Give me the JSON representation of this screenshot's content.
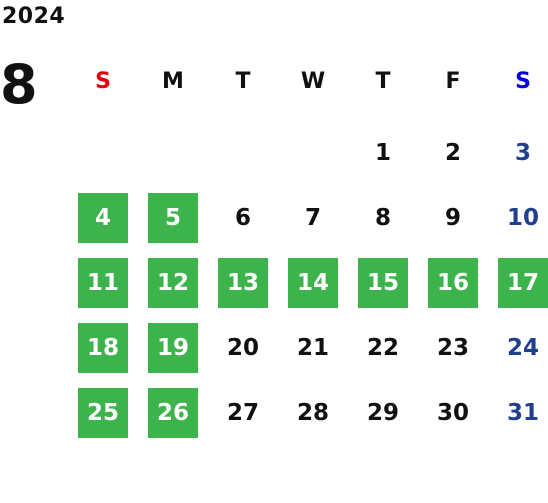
{
  "calendar": {
    "year": "2024",
    "month": "8",
    "colors": {
      "default_text": "#111111",
      "sunday_header": "#e8000b",
      "saturday_header": "#0000e0",
      "saturday_day": "#1f3f8f",
      "highlight_bg": "#3cb44b",
      "highlight_text": "#ffffff"
    },
    "weekdays": [
      {
        "label": "S",
        "kind": "sun"
      },
      {
        "label": "M",
        "kind": "weekday"
      },
      {
        "label": "T",
        "kind": "weekday"
      },
      {
        "label": "W",
        "kind": "weekday"
      },
      {
        "label": "T",
        "kind": "weekday"
      },
      {
        "label": "F",
        "kind": "weekday"
      },
      {
        "label": "S",
        "kind": "sat"
      }
    ],
    "first_weekday_index": 4,
    "days_in_month": 31,
    "highlighted_days": [
      4,
      5,
      11,
      12,
      13,
      14,
      15,
      16,
      17,
      18,
      19,
      25,
      26
    ]
  }
}
